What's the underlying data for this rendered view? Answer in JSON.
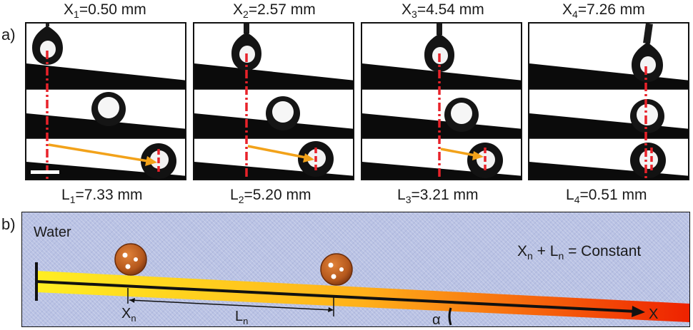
{
  "panel_a": {
    "letter": "a)",
    "frames": [
      {
        "x_base": "X",
        "x_sub": "1",
        "x_value": "=0.50 mm",
        "l_base": "L",
        "l_sub": "1",
        "l_value": "=7.33 mm"
      },
      {
        "x_base": "X",
        "x_sub": "2",
        "x_value": "=2.57 mm",
        "l_base": "L",
        "l_sub": "2",
        "l_value": "=5.20 mm"
      },
      {
        "x_base": "X",
        "x_sub": "3",
        "x_value": "=4.54 mm",
        "l_base": "L",
        "l_sub": "3",
        "l_value": "=3.21 mm"
      },
      {
        "x_base": "X",
        "x_sub": "4",
        "x_value": "=7.26 mm",
        "l_base": "L",
        "l_sub": "4",
        "l_value": "=0.51 mm"
      }
    ]
  },
  "panel_b": {
    "letter": "b)",
    "medium": "Water",
    "equation": {
      "x": "X",
      "sub1": "n",
      "plus": " + ",
      "l": "L",
      "sub2": "n",
      "rest": " = Constant"
    },
    "xn_label": {
      "base": "X",
      "sub": "n"
    },
    "ln_label": {
      "base": "L",
      "sub": "n"
    },
    "axis_label": "X",
    "angle_label": "α"
  },
  "colors": {
    "trajectory_arrow": "#f2a21a",
    "dashed_line": "#e8222a",
    "water": "#b9c2e4",
    "gradient_start": "#ffee22",
    "gradient_end": "#ee2200",
    "droplet": "#b5581c"
  }
}
